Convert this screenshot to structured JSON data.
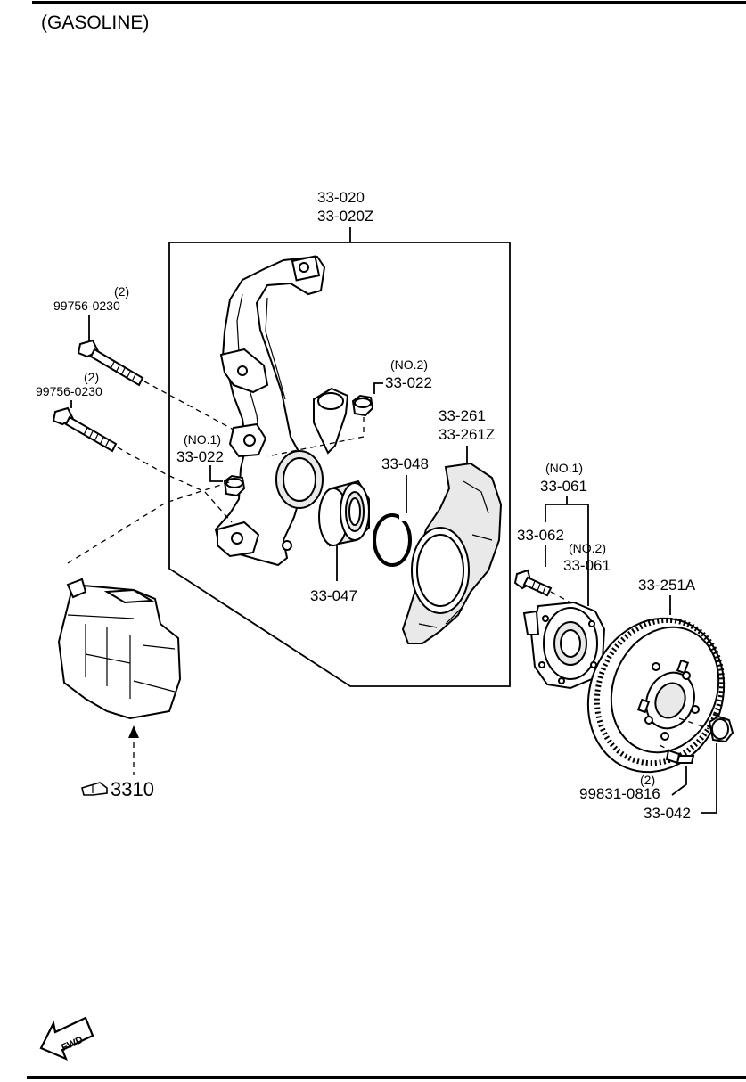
{
  "title": "(GASOLINE)",
  "reference": "3310",
  "labels": {
    "knuckle_1": "33-020",
    "knuckle_2": "33-020Z",
    "bolt_upper_qty": "(2)",
    "bolt_upper_pn": "99756-0230",
    "bolt_lower_qty": "(2)",
    "bolt_lower_pn": "99756-0230",
    "nut_no2_tag": "(NO.2)",
    "nut_no2_pn": "33-022",
    "nut_no1_tag": "(NO.1)",
    "nut_no1_pn": "33-022",
    "dust_cover_1": "33-261",
    "dust_cover_2": "33-261Z",
    "snap_ring": "33-048",
    "bearing": "33-047",
    "hub_no1_tag": "(NO.1)",
    "hub_no1_pn": "33-061",
    "hub_bolt": "33-062",
    "hub_no2_tag": "(NO.2)",
    "hub_no2_pn": "33-061",
    "disc": "33-251A",
    "screw_qty": "(2)",
    "screw_pn": "99831-0816",
    "locknut": "33-042"
  },
  "icons": {
    "caliper_ref": "pointing-hand-icon",
    "front": "fwd-arrow-icon"
  },
  "fwd_text": "FWD"
}
